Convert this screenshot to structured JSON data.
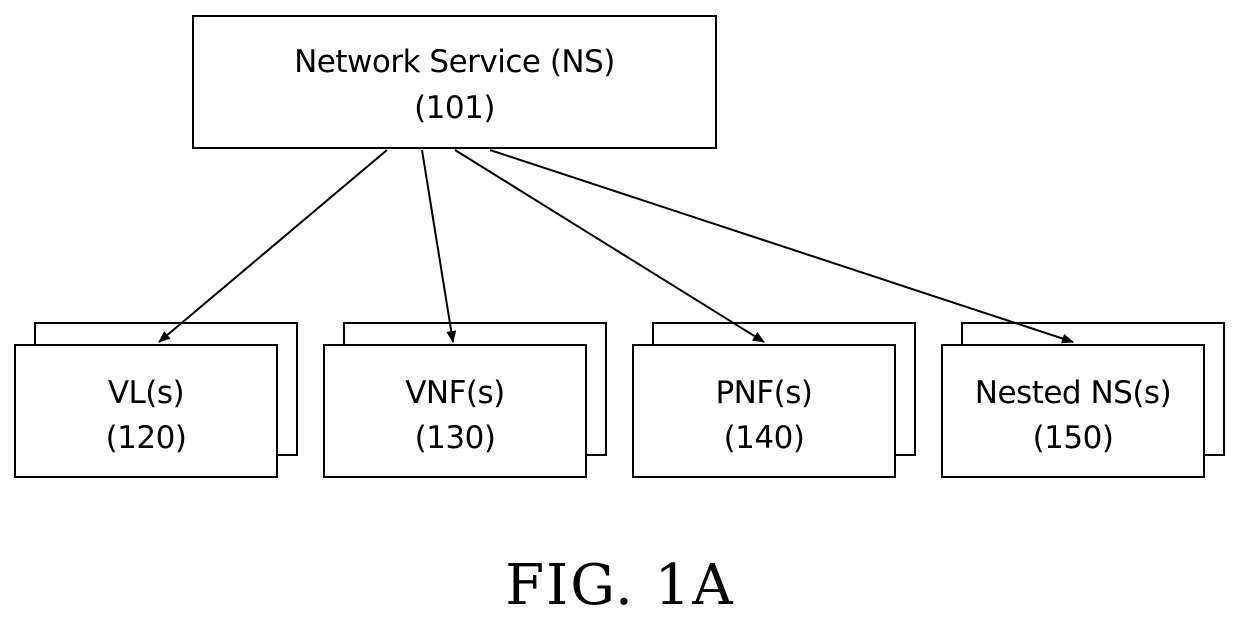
{
  "root": {
    "name": "Network Service (NS)",
    "ref": "(101)"
  },
  "children": [
    {
      "name": "VL(s)",
      "ref": "(120)"
    },
    {
      "name": "VNF(s)",
      "ref": "(130)"
    },
    {
      "name": "PNF(s)",
      "ref": "(140)"
    },
    {
      "name": "Nested NS(s)",
      "ref": "(150)"
    }
  ],
  "caption": "FIG. 1A"
}
